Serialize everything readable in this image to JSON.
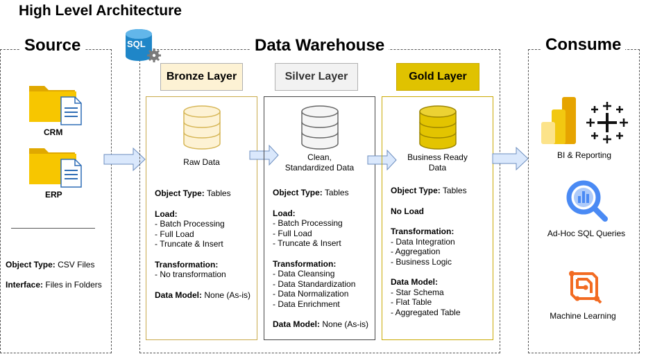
{
  "title": "High Level Architecture",
  "source": {
    "title": "Source",
    "items": [
      {
        "label": "CRM",
        "icon": "folder-document-icon"
      },
      {
        "label": "ERP",
        "icon": "folder-document-icon"
      }
    ],
    "object_type_label": "Object Type:",
    "object_type_value": "CSV Files",
    "interface_label": "Interface:",
    "interface_value": "Files in Folders"
  },
  "warehouse": {
    "title": "Data Warehouse",
    "sql_badge": "SQL",
    "layers": [
      {
        "name": "Bronze Layer",
        "header_color": "#fdf2d4",
        "db_color": "#fdf2d4",
        "db_label": "Raw Data",
        "object_type_label": "Object Type:",
        "object_type_value": "Tables",
        "load_label": "Load:",
        "load_items": [
          "- Batch Processing",
          "- Full Load",
          "- Truncate & Insert"
        ],
        "transformation_label": "Transformation:",
        "transformation_items": [
          "- No transformation"
        ],
        "data_model_label": "Data Model:",
        "data_model_value": "None (As-is)"
      },
      {
        "name": "Silver Layer",
        "header_color": "#f2f2f2",
        "db_color": "#f2f2f2",
        "db_label": "Clean, Standardized Data",
        "db_label_lines": [
          "Clean,",
          "Standardized Data"
        ],
        "object_type_label": "Object Type:",
        "object_type_value": "Tables",
        "load_label": "Load:",
        "load_items": [
          "- Batch Processing",
          "- Full Load",
          "- Truncate & Insert"
        ],
        "transformation_label": "Transformation:",
        "transformation_items": [
          "- Data Cleansing",
          "- Data Standardization",
          "- Data Normalization",
          "- Data Enrichment"
        ],
        "data_model_label": "Data Model:",
        "data_model_value": "None (As-is)"
      },
      {
        "name": "Gold Layer",
        "header_color": "#e0c200",
        "db_color": "#e3c400",
        "db_label": "Business Ready Data",
        "db_label_lines": [
          "Business Ready",
          "Data"
        ],
        "object_type_label": "Object Type:",
        "object_type_value": "Tables",
        "load_label": "No Load",
        "transformation_label": "Transformation:",
        "transformation_items": [
          "- Data Integration",
          "- Aggregation",
          "- Business Logic"
        ],
        "data_model_label": "Data Model:",
        "data_model_items": [
          "- Star Schema",
          "- Flat Table",
          "- Aggregated Table"
        ]
      }
    ]
  },
  "consume": {
    "title": "Consume",
    "items": [
      {
        "label": "BI & Reporting",
        "icons": [
          "power-bi-icon",
          "tableau-icon"
        ]
      },
      {
        "label": "Ad-Hoc SQL Queries",
        "icons": [
          "bigquery-icon"
        ]
      },
      {
        "label": "Machine Learning",
        "icons": [
          "ml-icon"
        ]
      }
    ]
  },
  "colors": {
    "arrow_fill": "#dae8fc",
    "arrow_stroke": "#6c8ebf",
    "folder": "#f5c400",
    "doc_blue": "#2f6db5",
    "bronze_border": "#c8a94a",
    "gold_border": "#c9a800"
  }
}
